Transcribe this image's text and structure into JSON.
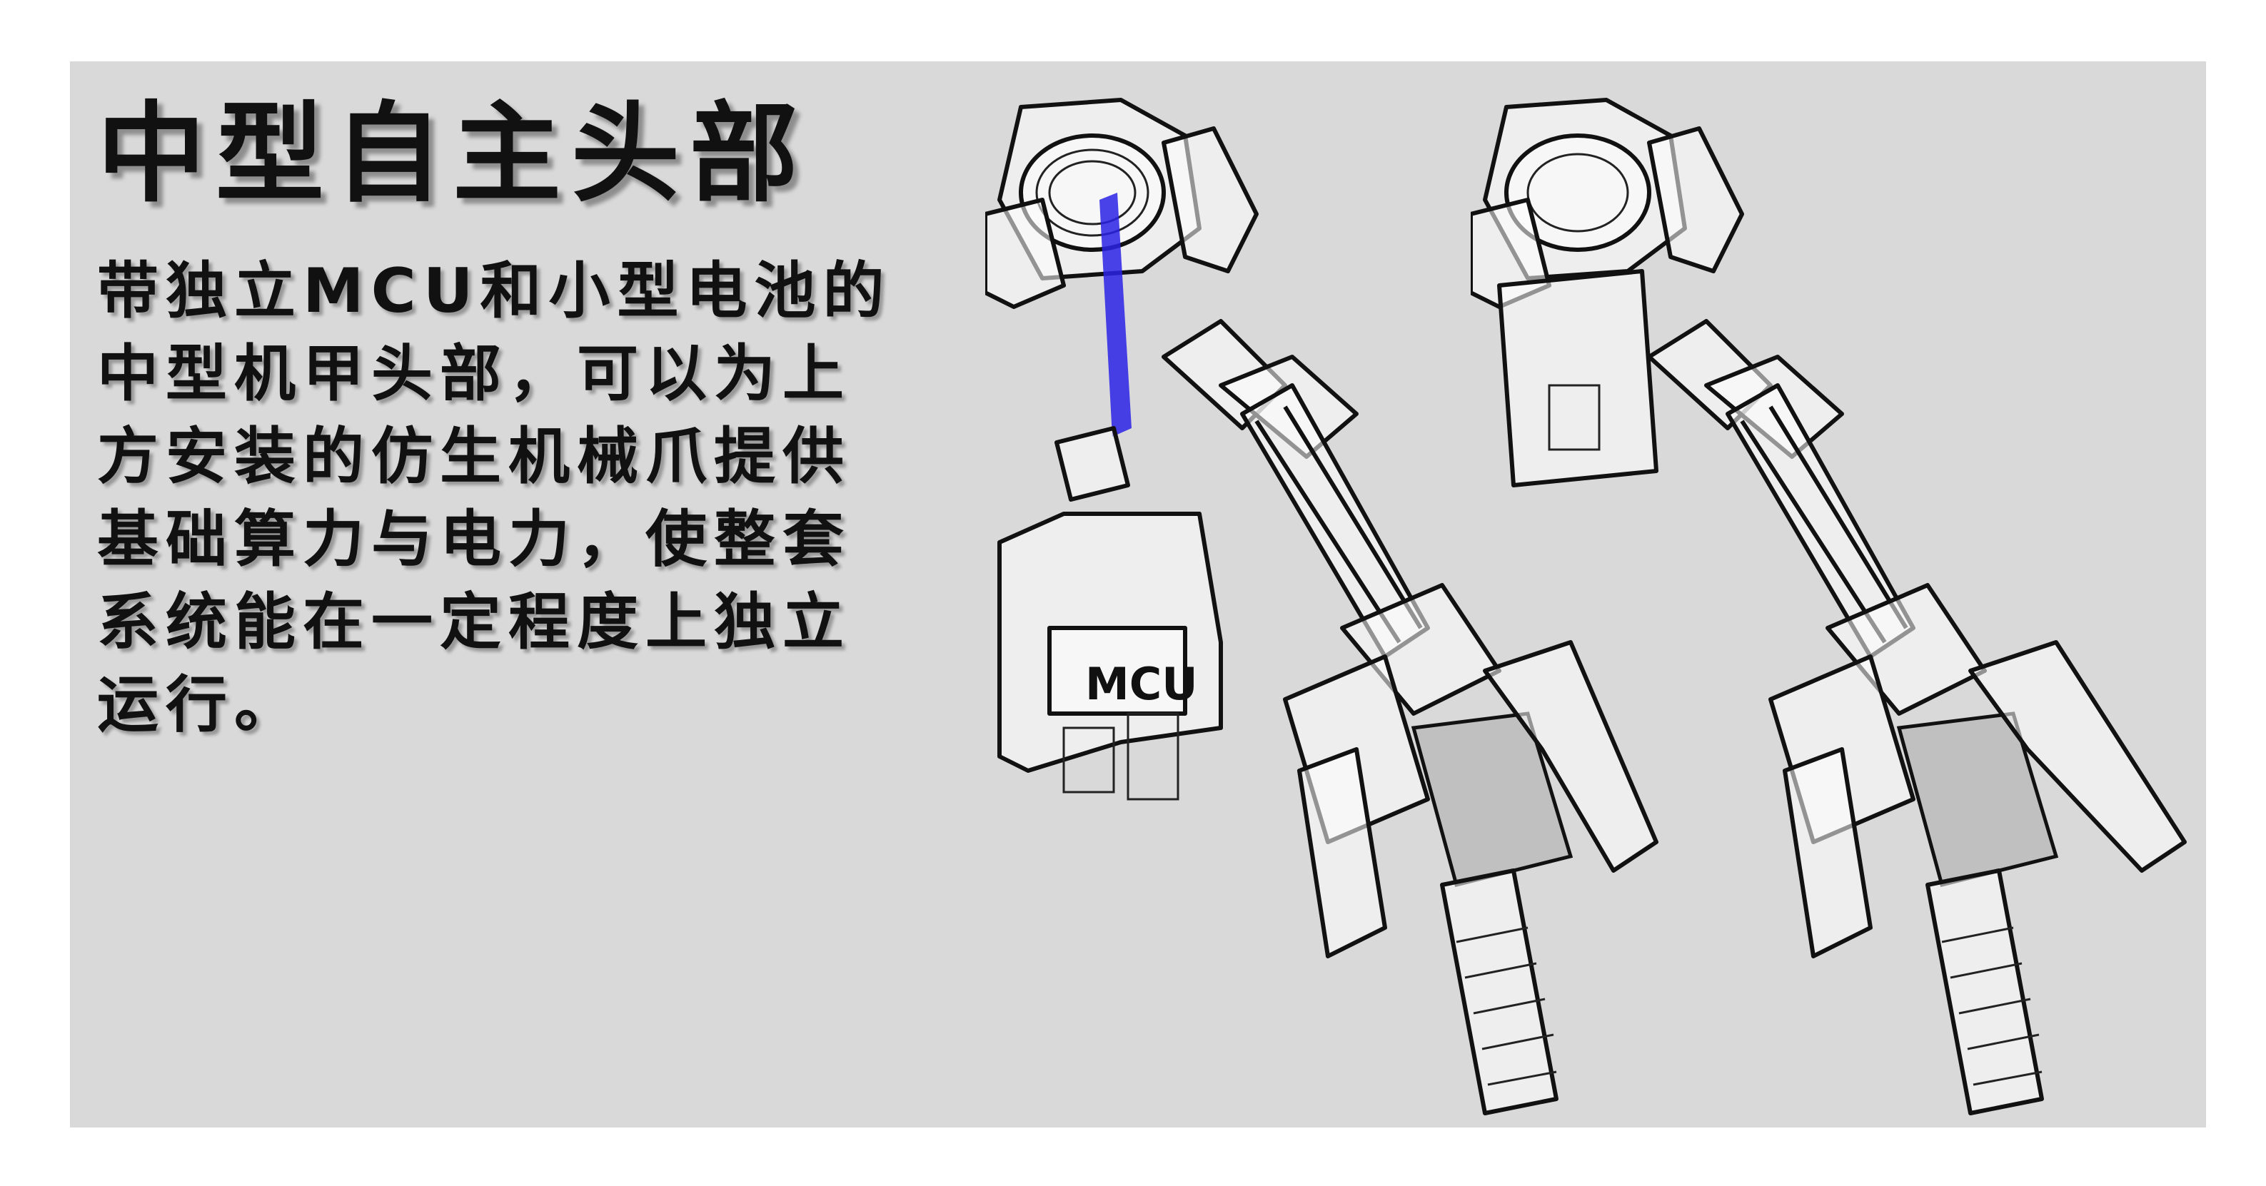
{
  "title": "中型自主头部",
  "description_lines": [
    "带独立MCU和小型电池的",
    "中型机甲头部，可以为上",
    "方安装的仿生机械爪提供",
    "基础算力与电力，使整套",
    "系统能在一定程度上独立",
    "运行。"
  ],
  "renders": {
    "label_mcu": "MCU",
    "accent_color": "#2b22e6"
  },
  "colors": {
    "background": "#ffffff",
    "panel": "#d9d9d9",
    "text": "#111111",
    "accent": "#2b22e6"
  }
}
